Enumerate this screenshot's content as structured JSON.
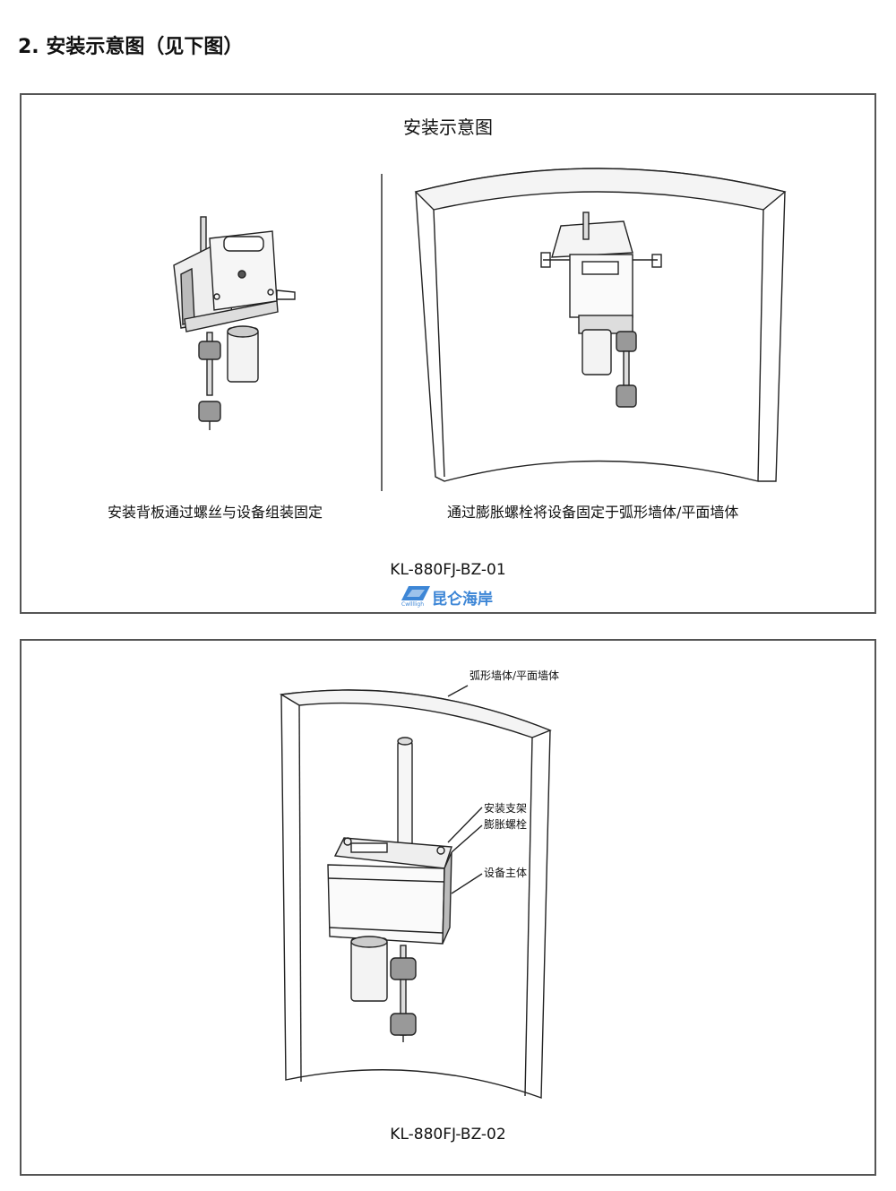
{
  "heading": "2. 安装示意图（见下图）",
  "panel1": {
    "title": "安装示意图",
    "left_caption": "安装背板通过螺丝与设备组装固定",
    "right_caption": "通过膨胀螺栓将设备固定于弧形墙体/平面墙体",
    "model": "KL-880FJ-BZ-01",
    "logo_text": "昆仑海岸",
    "logo_sub": "Cwlllligh"
  },
  "panel2": {
    "labels": {
      "wall": "弧形墙体/平面墙体",
      "bracket": "安装支架",
      "bolt": "膨胀螺栓",
      "body": "设备主体"
    },
    "model": "KL-880FJ-BZ-02"
  }
}
